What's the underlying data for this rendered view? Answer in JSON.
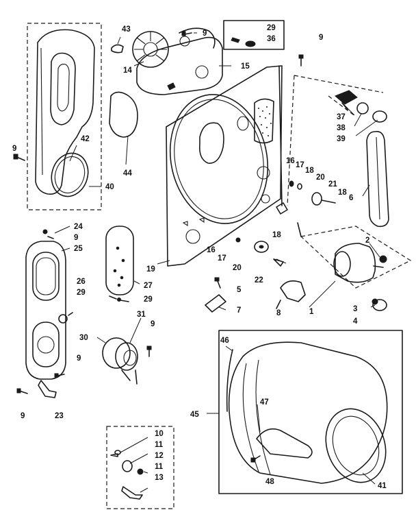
{
  "labels": [
    {
      "id": "43",
      "text": "43"
    },
    {
      "id": "9a",
      "text": "9"
    },
    {
      "id": "29a",
      "text": "29"
    },
    {
      "id": "36",
      "text": "36"
    },
    {
      "id": "9b",
      "text": "9"
    },
    {
      "id": "14",
      "text": "14"
    },
    {
      "id": "15",
      "text": "15"
    },
    {
      "id": "37",
      "text": "37"
    },
    {
      "id": "38",
      "text": "38"
    },
    {
      "id": "39",
      "text": "39"
    },
    {
      "id": "42",
      "text": "42"
    },
    {
      "id": "44",
      "text": "44"
    },
    {
      "id": "9c",
      "text": "9"
    },
    {
      "id": "40",
      "text": "40"
    },
    {
      "id": "16a",
      "text": "16"
    },
    {
      "id": "17a",
      "text": "17"
    },
    {
      "id": "18a",
      "text": "18"
    },
    {
      "id": "20a",
      "text": "20"
    },
    {
      "id": "21",
      "text": "21"
    },
    {
      "id": "18b",
      "text": "18"
    },
    {
      "id": "6",
      "text": "6"
    },
    {
      "id": "24",
      "text": "24"
    },
    {
      "id": "9d",
      "text": "9"
    },
    {
      "id": "25",
      "text": "25"
    },
    {
      "id": "16b",
      "text": "16"
    },
    {
      "id": "17b",
      "text": "17"
    },
    {
      "id": "18c",
      "text": "18"
    },
    {
      "id": "2",
      "text": "2"
    },
    {
      "id": "20b",
      "text": "20"
    },
    {
      "id": "19",
      "text": "19"
    },
    {
      "id": "22",
      "text": "22"
    },
    {
      "id": "26",
      "text": "26"
    },
    {
      "id": "29b",
      "text": "29"
    },
    {
      "id": "27",
      "text": "27"
    },
    {
      "id": "29c",
      "text": "29"
    },
    {
      "id": "5",
      "text": "5"
    },
    {
      "id": "7",
      "text": "7"
    },
    {
      "id": "8",
      "text": "8"
    },
    {
      "id": "1",
      "text": "1"
    },
    {
      "id": "3",
      "text": "3"
    },
    {
      "id": "4",
      "text": "4"
    },
    {
      "id": "31",
      "text": "31"
    },
    {
      "id": "9e",
      "text": "9"
    },
    {
      "id": "30",
      "text": "30"
    },
    {
      "id": "46",
      "text": "46"
    },
    {
      "id": "9f",
      "text": "9"
    },
    {
      "id": "9g",
      "text": "9"
    },
    {
      "id": "23",
      "text": "23"
    },
    {
      "id": "45",
      "text": "45"
    },
    {
      "id": "47",
      "text": "47"
    },
    {
      "id": "10",
      "text": "10"
    },
    {
      "id": "11a",
      "text": "11"
    },
    {
      "id": "12",
      "text": "12"
    },
    {
      "id": "11b",
      "text": "11"
    },
    {
      "id": "13",
      "text": "13"
    },
    {
      "id": "48",
      "text": "48"
    },
    {
      "id": "41",
      "text": "41"
    }
  ]
}
